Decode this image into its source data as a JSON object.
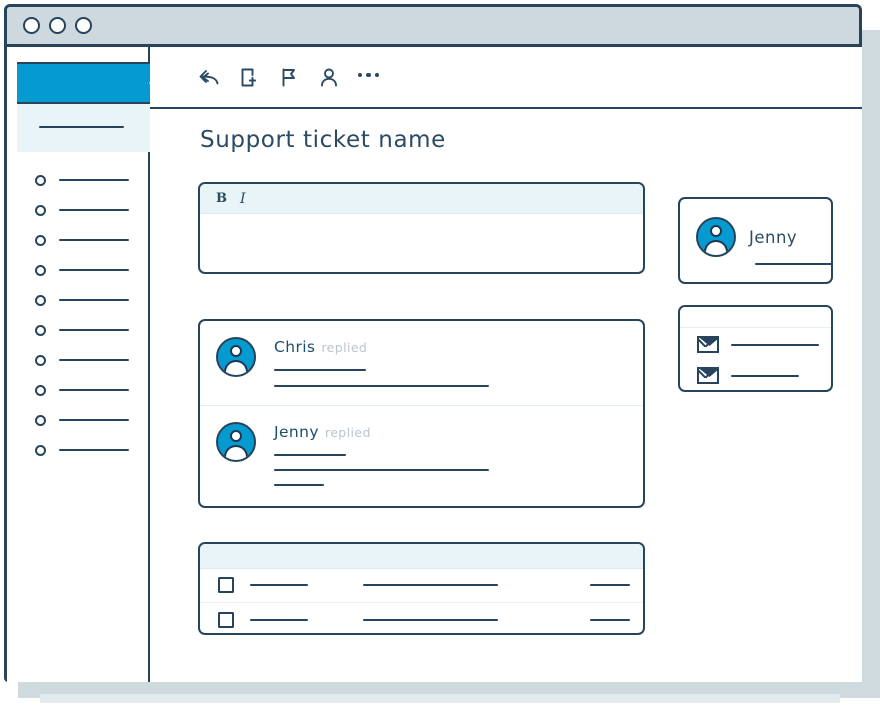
{
  "window": {
    "traffic_lights": [
      "close-dot",
      "minimize-dot",
      "maximize-dot"
    ]
  },
  "sidebar": {
    "active_tab_label": "",
    "section_header_placeholder": "",
    "items": [
      {
        "id": "nav-1",
        "label": "",
        "line_width": 70
      },
      {
        "id": "nav-2",
        "label": "",
        "line_width": 70
      },
      {
        "id": "nav-3",
        "label": "",
        "line_width": 70
      },
      {
        "id": "nav-4",
        "label": "",
        "line_width": 70
      },
      {
        "id": "nav-5",
        "label": "",
        "line_width": 70
      },
      {
        "id": "nav-6",
        "label": "",
        "line_width": 70
      },
      {
        "id": "nav-7",
        "label": "",
        "line_width": 70
      },
      {
        "id": "nav-8",
        "label": "",
        "line_width": 70
      },
      {
        "id": "nav-9",
        "label": "",
        "line_width": 70
      },
      {
        "id": "nav-10",
        "label": "",
        "line_width": 70
      }
    ]
  },
  "toolbar": {
    "icons": [
      {
        "name": "reply-icon",
        "glyph": "reply"
      },
      {
        "name": "add-document-icon",
        "glyph": "page-plus"
      },
      {
        "name": "flag-icon",
        "glyph": "flag"
      },
      {
        "name": "assign-person-icon",
        "glyph": "person"
      },
      {
        "name": "more-options-icon",
        "glyph": "ellipsis"
      }
    ]
  },
  "main": {
    "page_title": "Support ticket name",
    "compose": {
      "bold_label": "B",
      "italic_label": "I",
      "body_value": "",
      "body_placeholder": ""
    },
    "replies": [
      {
        "author": "Chris",
        "verb": "replied",
        "avatar": "user-avatar",
        "lines": [
          92,
          215
        ]
      },
      {
        "author": "Jenny",
        "verb": "replied",
        "avatar": "user-avatar",
        "lines": [
          72,
          215,
          50
        ]
      }
    ],
    "table": {
      "header_label": "",
      "rows": [
        {
          "checked": false,
          "cells": [
            58,
            135,
            40
          ]
        },
        {
          "checked": false,
          "cells": [
            58,
            135,
            40
          ]
        }
      ]
    }
  },
  "rightpanel": {
    "assignee": {
      "name": "Jenny",
      "avatar": "user-avatar",
      "detail_line": ""
    },
    "mail_card": {
      "rows": [
        {
          "icon": "envelope-icon",
          "line_width": 88
        },
        {
          "icon": "envelope-icon",
          "line_width": 68
        }
      ]
    }
  },
  "colors": {
    "accent_blue": "#069bd0",
    "ink": "#27445c",
    "titlebar": "#cdd9de",
    "panel_tint": "#e8f4f7",
    "muted_text": "#b8c6cd",
    "shadow": "#cfdadf"
  }
}
